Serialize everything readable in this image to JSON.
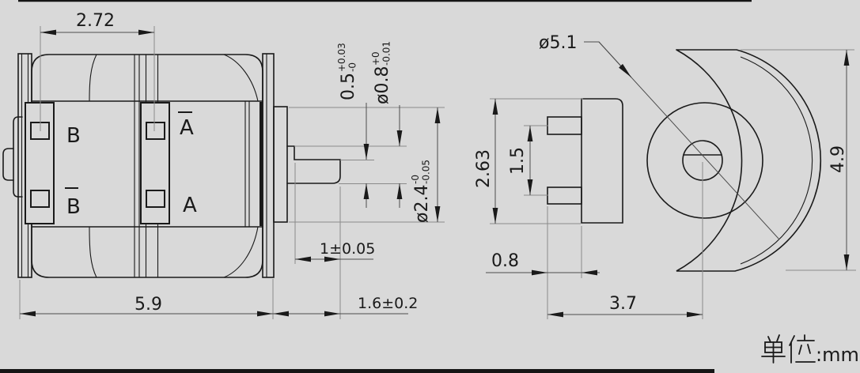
{
  "background": "#d9d9d9",
  "line_color": "#1a1a1a",
  "unit_note": {
    "full": "单位:mm",
    "suffix": ":mm"
  },
  "side_view": {
    "terminals": [
      {
        "label": "B",
        "overbar": false
      },
      {
        "label": "B",
        "overbar": true
      },
      {
        "label": "A",
        "overbar": true
      },
      {
        "label": "A",
        "overbar": false
      }
    ],
    "dimensions": {
      "terminal_pitch": "2.72",
      "body_length": "5.9",
      "shaft_extension": "1.6±0.2",
      "flat_length": "1±0.05",
      "flat_height": {
        "value": "0.5",
        "tol_upper": "+0.03",
        "tol_lower": "-0"
      },
      "shaft_diameter": {
        "value": "ø0.8",
        "tol_upper": "+0",
        "tol_lower": "-0.01"
      },
      "hub_diameter": {
        "value": "ø2.4",
        "tol_upper": "-0",
        "tol_lower": "-0.05"
      }
    }
  },
  "end_view": {
    "dimensions": {
      "outer_diameter": "ø5.1",
      "overall_height": "4.9",
      "bracket_height": "2.63",
      "pin_pitch": "1.5",
      "pin_length": "0.8",
      "center_offset": "3.7"
    }
  }
}
